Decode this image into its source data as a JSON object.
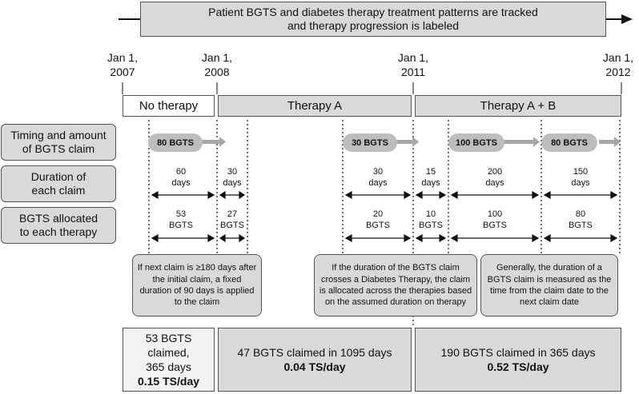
{
  "header": {
    "line1": "Patient BGTS and diabetes therapy treatment patterns are tracked",
    "line2": "and therapy progression is labeled"
  },
  "dates": [
    {
      "l1": "Jan 1,",
      "l2": "2007"
    },
    {
      "l1": "Jan 1,",
      "l2": "2008"
    },
    {
      "l1": "Jan 1,",
      "l2": "2011"
    },
    {
      "l1": "Jan 1,",
      "l2": "2012"
    }
  ],
  "phases": {
    "none": "No therapy",
    "a": "Therapy A",
    "ab": "Therapy A + B"
  },
  "row_labels": {
    "timing_l1": "Timing and amount",
    "timing_l2": "of BGTS claim",
    "duration_l1": "Duration of",
    "duration_l2": "each claim",
    "allocated_l1": "BGTS allocated",
    "allocated_l2": "to each therapy"
  },
  "claims": [
    "80 BGTS",
    "30 BGTS",
    "100 BGTS",
    "80 BGTS"
  ],
  "durations": [
    {
      "v": "60",
      "u": "days"
    },
    {
      "v": "30",
      "u": "days"
    },
    {
      "v": "30",
      "u": "days"
    },
    {
      "v": "15",
      "u": "days"
    },
    {
      "v": "200",
      "u": "days"
    },
    {
      "v": "150",
      "u": "days"
    }
  ],
  "allocations": [
    {
      "v": "53",
      "u": "BGTS"
    },
    {
      "v": "27",
      "u": "BGTS"
    },
    {
      "v": "20",
      "u": "BGTS"
    },
    {
      "v": "10",
      "u": "BGTS"
    },
    {
      "v": "100",
      "u": "BGTS"
    },
    {
      "v": "80",
      "u": "BGTS"
    }
  ],
  "notes": {
    "n1": "If next claim is ≥180 days after the initial claim, a fixed duration of 90 days is applied to the claim",
    "n2": "If the duration of the BGTS claim crosses a Diabetes Therapy, the claim is allocated across the therapies based on the assumed duration on therapy",
    "n3": "Generally, the duration of a BGTS claim is measured as the time from the claim date to the next claim date"
  },
  "summary": {
    "none_l1": "53 BGTS",
    "none_l2": "claimed,",
    "none_l3": "365 days",
    "none_l4": "0.15 TS/day",
    "a_l1": "47 BGTS claimed in 1095 days",
    "a_l2": "0.04 TS/day",
    "ab_l1": "190 BGTS claimed in 365 days",
    "ab_l2": "0.52 TS/day"
  },
  "colors": {
    "box_fill": "#d9d9d9",
    "pill_fill": "#bdbdbd",
    "arrow_gray": "#9e9e9e",
    "line": "#111111"
  }
}
